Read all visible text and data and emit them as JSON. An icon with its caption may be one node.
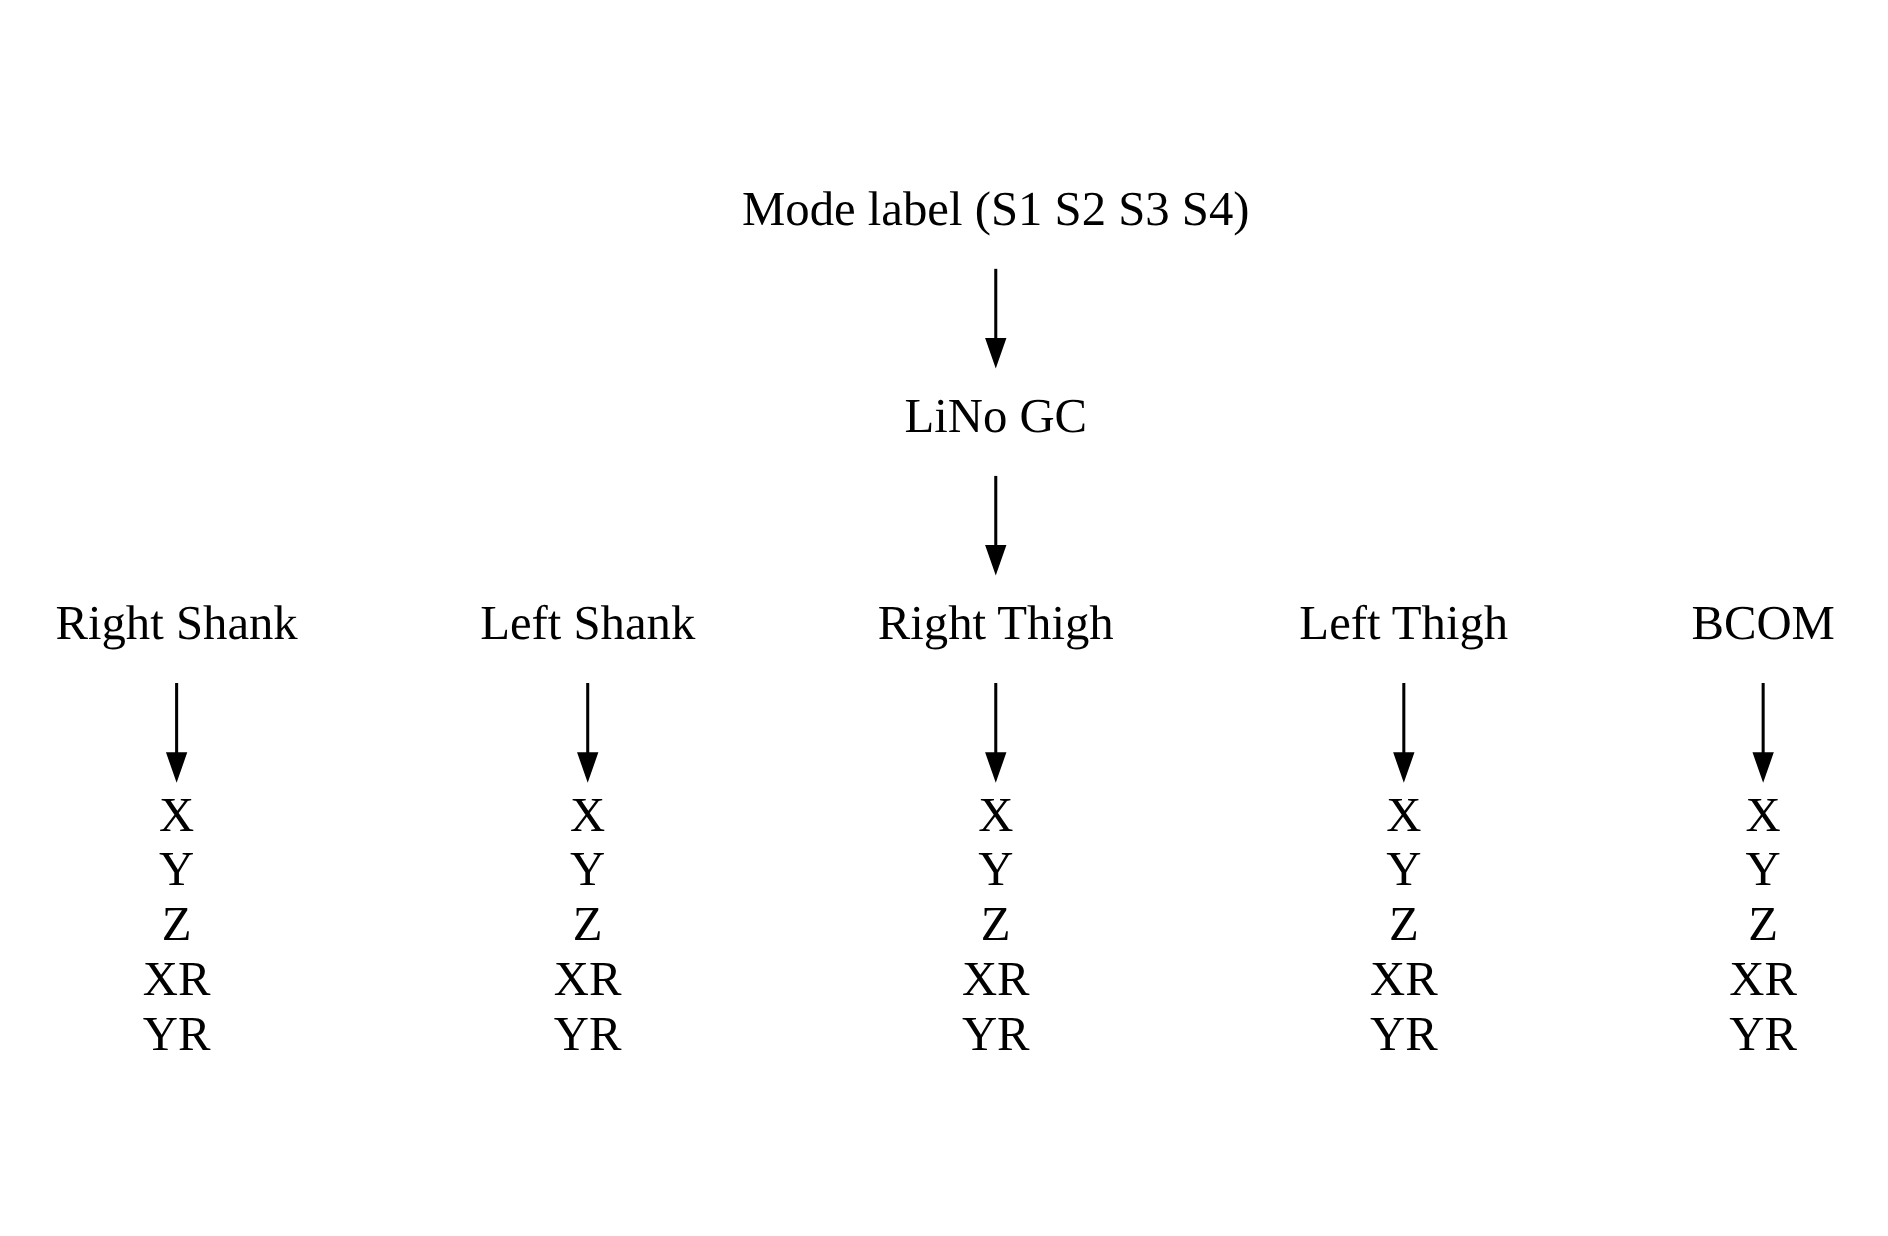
{
  "diagram": {
    "nodes": [
      {
        "text": [
          "Mode label (S1 S2 S3 S4)"
        ]
      },
      {
        "text": [
          "LiNo GC"
        ]
      },
      {
        "text": [
          "Right Shank"
        ]
      },
      {
        "text": [
          "Left Shank"
        ]
      },
      {
        "text": [
          "Right Thigh"
        ]
      },
      {
        "text": [
          "Left Thigh"
        ]
      },
      {
        "text": [
          "BCOM"
        ]
      },
      {
        "text": [
          "X",
          "Y",
          "Z",
          "XR",
          "YR"
        ]
      },
      {
        "text": [
          "X",
          "Y",
          "Z",
          "XR",
          "YR"
        ]
      },
      {
        "text": [
          "X",
          "Y",
          "Z",
          "XR",
          "YR"
        ]
      },
      {
        "text": [
          "X",
          "Y",
          "Z",
          "XR",
          "YR"
        ]
      },
      {
        "text": [
          "X",
          "Y",
          "Z",
          "XR",
          "YR"
        ]
      }
    ],
    "edges": [
      {
        "from": 0,
        "to": 1,
        "arrow": "to"
      },
      {
        "from": 1,
        "to": 4,
        "arrow": "to"
      },
      {
        "from": 2,
        "to": 7,
        "arrow": "to"
      },
      {
        "from": 3,
        "to": 8,
        "arrow": "to"
      },
      {
        "from": 4,
        "to": 9,
        "arrow": "to"
      },
      {
        "from": 5,
        "to": 10,
        "arrow": "to"
      },
      {
        "from": 6,
        "to": 11,
        "arrow": "to"
      }
    ]
  }
}
